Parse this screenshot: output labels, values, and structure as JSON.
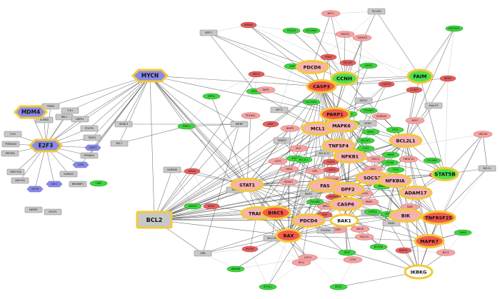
{
  "colors": {
    "edge": "#444444",
    "edge_light": "#b8b8b8",
    "gray_fill": "#c8c8c8",
    "gray_stroke": "#8a8a8a",
    "green_fill": "#3ed63e",
    "red_fill": "#e46060",
    "pink_fill": "#f4a3a3",
    "blue_fill": "#8a8ae8",
    "hub_border": "#f2c93a",
    "red_hub_fill": "#f35a4a",
    "pink_hub_fill": "#f7b3b3",
    "white_fill": "#ffffff",
    "green_hub_fill": "#4fe24f"
  },
  "nodes": [
    {
      "id": "MYCN",
      "label": "MYCN",
      "style": "blue-hub"
    },
    {
      "id": "MDM4",
      "label": "MDM4",
      "style": "blue-hub"
    },
    {
      "id": "E2F3",
      "label": "E2F3",
      "style": "blue-hub"
    },
    {
      "id": "BCL2",
      "label": "BCL2",
      "style": "gray-hub"
    },
    {
      "id": "CCNH",
      "label": "CCNH",
      "style": "green-hub"
    },
    {
      "id": "FAIM",
      "label": "FAIM",
      "style": "green-hub"
    },
    {
      "id": "STAT5B",
      "label": "STAT5B",
      "style": "green-hub"
    },
    {
      "id": "PDCD6",
      "label": "PDCD6",
      "style": "pink-hub"
    },
    {
      "id": "CASP3",
      "label": "CASP3",
      "style": "red-hub"
    },
    {
      "id": "PARP1",
      "label": "PARP1",
      "style": "red-hub"
    },
    {
      "id": "MCL1",
      "label": "MCL1",
      "style": "pink-hub"
    },
    {
      "id": "MAPK6",
      "label": "MAPK6",
      "style": "pink-hub"
    },
    {
      "id": "TNFSF4",
      "label": "TNFSF4",
      "style": "pink-hub"
    },
    {
      "id": "NFKB1",
      "label": "NFKB1",
      "style": "pink-hub"
    },
    {
      "id": "BCL2L1",
      "label": "BCL2L1",
      "style": "pink-hub"
    },
    {
      "id": "STAT1",
      "label": "STAT1",
      "style": "pink-hub"
    },
    {
      "id": "FAS",
      "label": "FAS",
      "style": "pink-hub"
    },
    {
      "id": "SOCS2",
      "label": "SOCS2",
      "style": "pink-hub"
    },
    {
      "id": "NFKBIA",
      "label": "NFKBIA",
      "style": "pink-hub"
    },
    {
      "id": "DPF2",
      "label": "DPF2",
      "style": "pink-hub"
    },
    {
      "id": "ADAM17",
      "label": "ADAM17",
      "style": "pink-hub"
    },
    {
      "id": "CASP6",
      "label": "CASP6",
      "style": "pink-hub"
    },
    {
      "id": "TRAP1",
      "label": "TRAP1",
      "style": "pink-hub"
    },
    {
      "id": "BIRC5",
      "label": "BIRC5",
      "style": "red-hub"
    },
    {
      "id": "PDCD4",
      "label": "PDCD4",
      "style": "pink-hub"
    },
    {
      "id": "BAK1",
      "label": "BAK1",
      "style": "white-hub"
    },
    {
      "id": "BIK",
      "label": "BIK",
      "style": "pink-hub"
    },
    {
      "id": "TNFRSF25",
      "label": "TNFRSF25",
      "style": "red-hub"
    },
    {
      "id": "BAX",
      "label": "BAX",
      "style": "red-hub"
    },
    {
      "id": "MAPK7",
      "label": "MAPK7",
      "style": "red-hub"
    },
    {
      "id": "IKBKG",
      "label": "IKBKG",
      "style": "white-hub"
    },
    {
      "id": "TRIM2",
      "label": "TRIM2",
      "style": "gray"
    },
    {
      "id": "TLK1",
      "label": "TLK1",
      "style": "gray"
    },
    {
      "id": "CUEND",
      "label": "CUEND",
      "style": "gray"
    },
    {
      "id": "RBL1",
      "label": "RBL1",
      "style": "gray"
    },
    {
      "id": "TLX1",
      "label": "TLX1",
      "style": "gray"
    },
    {
      "id": "TMEM200",
      "label": "TMEM200",
      "style": "gray"
    },
    {
      "id": "ZNF384",
      "label": "ZNF384",
      "style": "gray"
    },
    {
      "id": "FAM175A",
      "label": "FAM175A",
      "style": "gray"
    },
    {
      "id": "NUP155",
      "label": "NUP155",
      "style": "gray"
    },
    {
      "id": "NEMP1",
      "label": "NEMP1",
      "style": "gray"
    },
    {
      "id": "MTCP1",
      "label": "MTCP1",
      "style": "gray"
    },
    {
      "id": "KIF18",
      "label": "KIF18",
      "style": "blue"
    },
    {
      "id": "ODC1",
      "label": "ODC1",
      "style": "blue"
    },
    {
      "id": "E2F6",
      "label": "E2F6",
      "style": "blue"
    },
    {
      "id": "CDKT2",
      "label": "CDKT2",
      "style": "blue"
    },
    {
      "id": "CDKN2C",
      "label": "CDKN2C",
      "style": "gray"
    },
    {
      "id": "BRDMBP1",
      "label": "BRDMBP1",
      "style": "gray"
    },
    {
      "id": "RPS6KA1",
      "label": "RPS6KA1",
      "style": "gray"
    },
    {
      "id": "TIRIP",
      "label": "TIRIP",
      "style": "green"
    },
    {
      "id": "DAPK1",
      "label": "DAPK1",
      "style": "gray"
    },
    {
      "id": "POSTN",
      "label": "POSTN",
      "style": "gray"
    },
    {
      "id": "TAOK1",
      "label": "TAOK1",
      "style": "gray"
    },
    {
      "id": "GRIDL3",
      "label": "GRIDL3",
      "style": "gray"
    },
    {
      "id": "BCL7",
      "label": "BCL7",
      "style": "gray"
    },
    {
      "id": "TNRC1",
      "label": "TNRC1",
      "style": "green"
    },
    {
      "id": "SEPT7",
      "label": "SEPT7",
      "style": "gray"
    },
    {
      "id": "BIRBP",
      "label": "BIRBP",
      "style": "gray"
    },
    {
      "id": "GAPDHS",
      "label": "GAPDHS",
      "style": "gray"
    },
    {
      "id": "HRK",
      "label": "HRK",
      "style": "gray"
    },
    {
      "id": "BCL11",
      "label": "BCL11",
      "style": "gray"
    },
    {
      "id": "UNC5B",
      "label": "UNC5B",
      "style": "pink"
    },
    {
      "id": "NGFRAP1",
      "label": "NGFRAP1",
      "style": "green"
    },
    {
      "id": "TSC22D",
      "label": "TSC22D",
      "style": "gray"
    },
    {
      "id": "NFC1",
      "label": "NFC1",
      "style": "pink"
    },
    {
      "id": "BIRBAS",
      "label": "BIRBAS",
      "style": "red"
    },
    {
      "id": "PDCD5",
      "label": "PDCD5",
      "style": "green"
    },
    {
      "id": "SLC39A4",
      "label": "SLC39A4",
      "style": "green"
    },
    {
      "id": "TWIST2",
      "label": "TWIST2",
      "style": "pink"
    },
    {
      "id": "TNFAIP3",
      "label": "TNFAIP3",
      "style": "pink"
    },
    {
      "id": "PDRX",
      "label": "PDRX",
      "style": "red"
    },
    {
      "id": "FAS-NFI",
      "label": "FAS-NFI",
      "style": "red"
    },
    {
      "id": "HSPA5",
      "label": "HSPA5",
      "style": "green"
    },
    {
      "id": "DMFS",
      "label": "DMFS",
      "style": "green"
    },
    {
      "id": "BIRC3",
      "label": "BIRC3",
      "style": "red"
    },
    {
      "id": "NEMO",
      "label": "NEMO",
      "style": "red"
    },
    {
      "id": "CCNE3",
      "label": "CCNE3",
      "style": "red"
    },
    {
      "id": "NFIA1",
      "label": "NFIA1",
      "style": "green"
    },
    {
      "id": "DAP3",
      "label": "DAP3",
      "style": "pink"
    },
    {
      "id": "CASP10",
      "label": "CASP10",
      "style": "red"
    },
    {
      "id": "IMP1L",
      "label": "IMP1L",
      "style": "green"
    },
    {
      "id": "DIDO1",
      "label": "DIDO1",
      "style": "gray"
    },
    {
      "id": "SEPT47",
      "label": "Sept 07",
      "style": "gray"
    },
    {
      "id": "PHLDA1",
      "label": "PHLDA1",
      "style": "pink"
    },
    {
      "id": "MFC1",
      "label": "MFC1",
      "style": "gray"
    },
    {
      "id": "SLC34A1",
      "label": "SLC34A1",
      "style": "green"
    },
    {
      "id": "TP53AP1",
      "label": "TP53AP1",
      "style": "green"
    },
    {
      "id": "PPM1D",
      "label": "PPM1D",
      "style": "green"
    },
    {
      "id": "GADD45",
      "label": "GADD45",
      "style": "pink"
    },
    {
      "id": "NSCC",
      "label": "NSCC",
      "style": "pink"
    },
    {
      "id": "APAF",
      "label": "APAF",
      "style": "red"
    },
    {
      "id": "DEDD",
      "label": "DEDD",
      "style": "gray"
    },
    {
      "id": "RIPK1",
      "label": "RIPK1",
      "style": "green"
    },
    {
      "id": "TP73",
      "label": "TP73",
      "style": "green"
    },
    {
      "id": "IRAK1",
      "label": "IRAK1",
      "style": "green"
    },
    {
      "id": "BCLAF1",
      "label": "BCLAF1",
      "style": "green"
    },
    {
      "id": "DEDD2",
      "label": "DEDD2",
      "style": "gray"
    },
    {
      "id": "BNIP3",
      "label": "BNIP3",
      "style": "pink"
    },
    {
      "id": "MX1",
      "label": "MX1",
      "style": "pink"
    },
    {
      "id": "CYCS",
      "label": "CYCS",
      "style": "green"
    },
    {
      "id": "SOD1",
      "label": "SOD1",
      "style": "green"
    },
    {
      "id": "CD70",
      "label": "CD70",
      "style": "pink"
    },
    {
      "id": "CASP9",
      "label": "CASP9",
      "style": "red"
    },
    {
      "id": "BCL2L11",
      "label": "BCL2L11",
      "style": "gray"
    },
    {
      "id": "BCL2L2",
      "label": "BCL2L2",
      "style": "green"
    },
    {
      "id": "NRAS",
      "label": "NRAS",
      "style": "pink"
    },
    {
      "id": "ERCC1",
      "label": "ERCC1",
      "style": "pink"
    },
    {
      "id": "CASP8",
      "label": "CASP8",
      "style": "red"
    },
    {
      "id": "BAD",
      "label": "BAD",
      "style": "pink"
    },
    {
      "id": "MDM2",
      "label": "MDM2",
      "style": "green"
    },
    {
      "id": "PYCARD",
      "label": "PYCARD",
      "style": "green"
    },
    {
      "id": "TNFSF10",
      "label": "TNFSF10",
      "style": "pink"
    },
    {
      "id": "TNF",
      "label": "TNF",
      "style": "red"
    },
    {
      "id": "TP53",
      "label": "TP53",
      "style": "green"
    },
    {
      "id": "CFLAR",
      "label": "CFLAR",
      "style": "green"
    },
    {
      "id": "TNIP2",
      "label": "TNIP2",
      "style": "gray"
    },
    {
      "id": "BNIP1",
      "label": "BNIP1",
      "style": "green"
    },
    {
      "id": "MOAP1",
      "label": "MOAP1",
      "style": "pink"
    },
    {
      "id": "HIP1",
      "label": "HIP1",
      "style": "pink"
    },
    {
      "id": "PPP1R13B",
      "label": "PPP1R13B",
      "style": "pink"
    },
    {
      "id": "BCL2A1",
      "label": "BCL2A1",
      "style": "pink"
    },
    {
      "id": "BNIP2",
      "label": "BNIP2",
      "style": "gray"
    },
    {
      "id": "BNIPL",
      "label": "BNIPL",
      "style": "pink"
    },
    {
      "id": "BOK",
      "label": "BOK",
      "style": "gray"
    },
    {
      "id": "TNFRSF1",
      "label": "TNFRSF1",
      "style": "red"
    },
    {
      "id": "BIRC2",
      "label": "BIRC2",
      "style": "pink"
    },
    {
      "id": "MTRS1",
      "label": "MTRS1",
      "style": "green"
    },
    {
      "id": "PYCARD2",
      "label": "PYCARD",
      "style": "green"
    },
    {
      "id": "TIDP",
      "label": "TIDP",
      "style": "red"
    },
    {
      "id": "NAIP",
      "label": "NAIP",
      "style": "pink"
    },
    {
      "id": "NFKB2",
      "label": "NFKB2",
      "style": "green"
    },
    {
      "id": "FADD",
      "label": "FADD",
      "style": "gray"
    },
    {
      "id": "MDCR",
      "label": "MDCR",
      "style": "pink"
    },
    {
      "id": "TERT",
      "label": "TERT",
      "style": "pink"
    },
    {
      "id": "POLR2A",
      "label": "POLR2A",
      "style": "gray"
    },
    {
      "id": "IGFL3",
      "label": "IGFL3",
      "style": "pink"
    },
    {
      "id": "CTGF",
      "label": "CTGF",
      "style": "pink"
    },
    {
      "id": "RELT",
      "label": "RELT",
      "style": "green"
    },
    {
      "id": "BOCNE",
      "label": "BOCNE",
      "style": "green"
    },
    {
      "id": "BNIP3L",
      "label": "BNIP3L",
      "style": "red"
    },
    {
      "id": "FAIM2",
      "label": "FAIM2",
      "style": "green"
    },
    {
      "id": "BCL3",
      "label": "BCL3",
      "style": "pink"
    },
    {
      "id": "BOCL3",
      "label": "BOCL3",
      "style": "pink"
    },
    {
      "id": "ATF4L1",
      "label": "ATF4L1",
      "style": "green"
    },
    {
      "id": "BTG2",
      "label": "BTG2",
      "style": "green"
    },
    {
      "id": "BMNAB",
      "label": "BMNAB",
      "style": "green"
    },
    {
      "id": "RTLC",
      "label": "RTLC",
      "style": "pink"
    },
    {
      "id": "BIRLA",
      "label": "BIRLA",
      "style": "red"
    },
    {
      "id": "MAPK1",
      "label": "MAPK1",
      "style": "green"
    },
    {
      "id": "PIK3R1",
      "label": "PIK3R1",
      "style": "red"
    },
    {
      "id": "NOD1",
      "label": "NOD1",
      "style": "red"
    },
    {
      "id": "BCL11B",
      "label": "BCL11B",
      "style": "gray"
    }
  ]
}
